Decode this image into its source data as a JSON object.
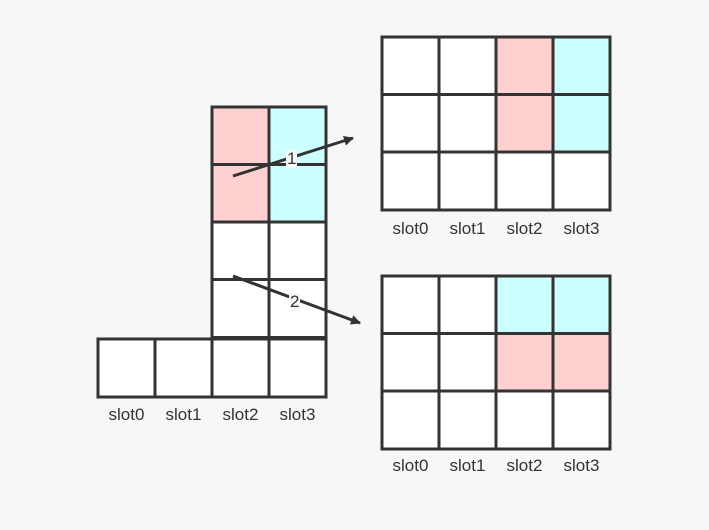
{
  "colors": {
    "pink": "#ffd0d0",
    "cyan": "#ccffff",
    "white": "#ffffff",
    "stroke": "#333333",
    "background": "#f7f7f7"
  },
  "arrows": [
    {
      "label": "1"
    },
    {
      "label": "2"
    }
  ],
  "grids": [
    {
      "id": "source",
      "slot_labels": [
        "slot0",
        "slot1",
        "slot2",
        "slot3"
      ],
      "cells": [
        [
          null,
          null,
          "pink",
          "cyan"
        ],
        [
          null,
          null,
          "pink",
          "cyan"
        ],
        [
          null,
          null,
          "white",
          "white"
        ],
        [
          null,
          null,
          "white",
          "white"
        ],
        [
          "white",
          "white",
          "white",
          "white"
        ]
      ]
    },
    {
      "id": "result-1",
      "slot_labels": [
        "slot0",
        "slot1",
        "slot2",
        "slot3"
      ],
      "cells": [
        [
          "white",
          "white",
          "pink",
          "cyan"
        ],
        [
          "white",
          "white",
          "pink",
          "cyan"
        ],
        [
          "white",
          "white",
          "white",
          "white"
        ]
      ]
    },
    {
      "id": "result-2",
      "slot_labels": [
        "slot0",
        "slot1",
        "slot2",
        "slot3"
      ],
      "cells": [
        [
          "white",
          "white",
          "cyan",
          "cyan"
        ],
        [
          "white",
          "white",
          "pink",
          "pink"
        ],
        [
          "white",
          "white",
          "white",
          "white"
        ]
      ]
    }
  ]
}
